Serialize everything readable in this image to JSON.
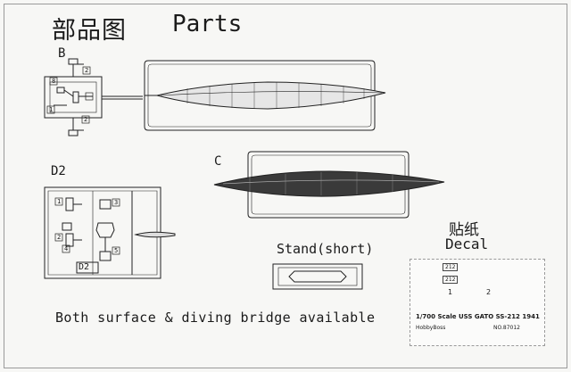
{
  "title": {
    "cn": "部品图",
    "en": "Parts"
  },
  "sprues": [
    {
      "id": "B",
      "label": "B"
    },
    {
      "id": "C",
      "label": "C"
    },
    {
      "id": "D2",
      "label": "D2",
      "plate_label": "D2"
    }
  ],
  "sprue_b_numbers": [
    "2",
    "8",
    "1",
    "2"
  ],
  "sprue_d2_numbers": [
    "1",
    "3",
    "2",
    "4",
    "5"
  ],
  "stand": {
    "label": "Stand(short)"
  },
  "decal": {
    "label_cn": "贴纸",
    "label_en": "Decal",
    "marks": [
      "212",
      "212"
    ],
    "numbers": [
      "1",
      "2"
    ],
    "line1": "1/700 Scale USS GATO SS-212 1941",
    "line2": "HobbyBoss",
    "line3": "NO.87012"
  },
  "caption": "Both surface & diving bridge available"
}
